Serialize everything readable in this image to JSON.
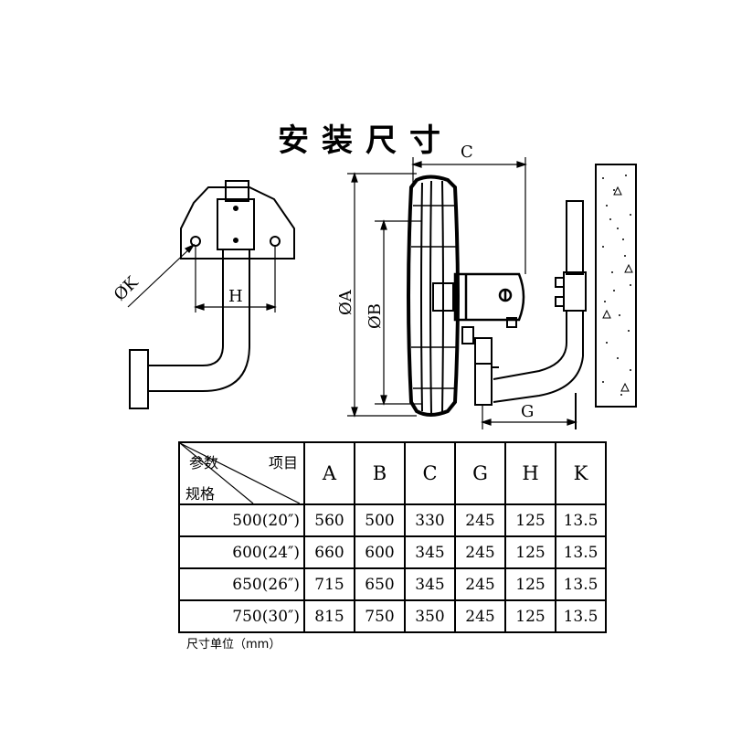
{
  "title": "安装尺寸",
  "diagram_labels": {
    "K": "ØK",
    "H": "H",
    "A": "ØA",
    "B": "ØB",
    "C": "C",
    "G": "G"
  },
  "table": {
    "corner": {
      "top_right": "项目",
      "top_left": "参数",
      "bottom_left": "规格"
    },
    "columns": [
      "A",
      "B",
      "C",
      "G",
      "H",
      "K"
    ],
    "rows": [
      {
        "label": "500(20″)",
        "values": [
          "560",
          "500",
          "330",
          "245",
          "125",
          "13.5"
        ]
      },
      {
        "label": "600(24″)",
        "values": [
          "660",
          "600",
          "345",
          "245",
          "125",
          "13.5"
        ]
      },
      {
        "label": "650(26″)",
        "values": [
          "715",
          "650",
          "345",
          "245",
          "125",
          "13.5"
        ]
      },
      {
        "label": "750(30″)",
        "values": [
          "815",
          "750",
          "350",
          "245",
          "125",
          "13.5"
        ]
      }
    ]
  },
  "unit_note": "尺寸单位（mm）"
}
